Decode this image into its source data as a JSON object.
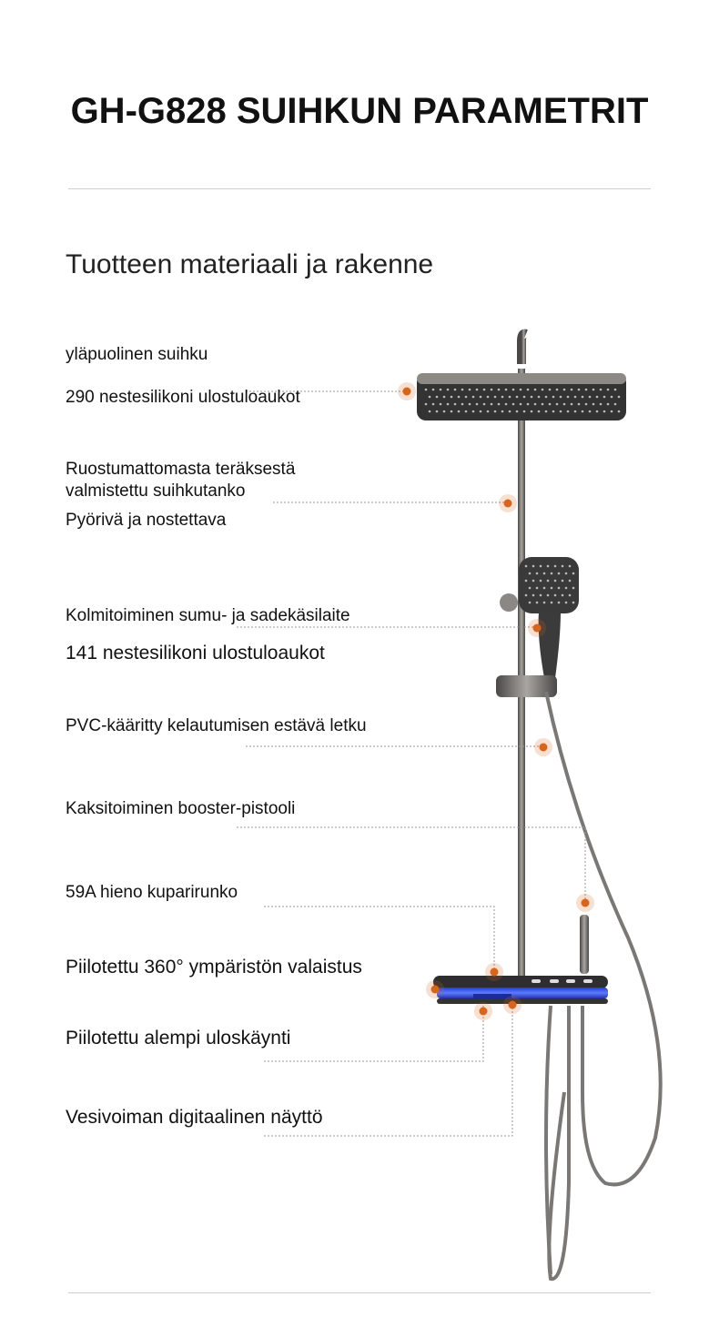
{
  "title": "GH-G828 SUIHKUN PARAMETRIT",
  "subtitle": "Tuotteen materiaali ja rakenne",
  "labels": [
    "yläpuolinen suihku",
    "290 nestesilikoni ulostuloaukot",
    "Ruostumattomasta teräksestä",
    "valmistettu suihkutanko",
    "Pyörivä ja nostettava",
    "Kolmitoiminen sumu- ja sadekäsilaite",
    "141 nestesilikoni ulostuloaukot",
    "PVC-kääritty kelautumisen estävä letku",
    "Kaksitoiminen booster-pistooli",
    "59A hieno kuparirunko",
    "Piilotettu 360° ympäristön valaistus",
    "Piilotettu alempi uloskäynti",
    "Vesivoiman digitaalinen näyttö"
  ],
  "colors": {
    "accent": "#d9661f",
    "metal": "#6f6d6b",
    "display": "#3a55e0"
  }
}
